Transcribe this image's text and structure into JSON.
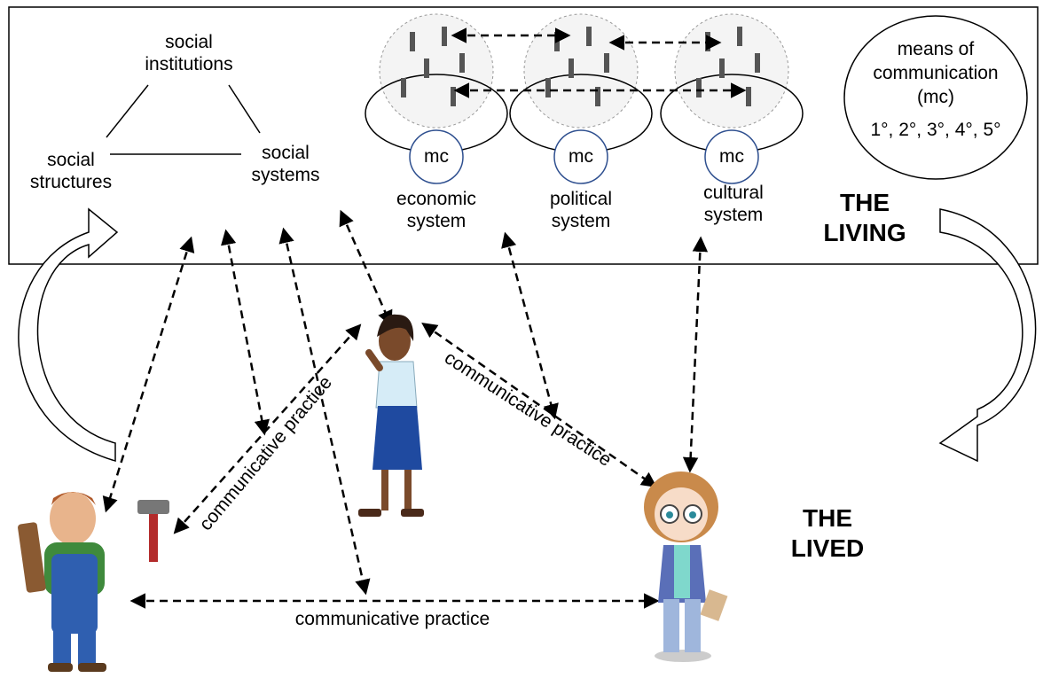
{
  "top_panel": {
    "triangle": {
      "institutions_line1": "social",
      "institutions_line2": "institutions",
      "structures_line1": "social",
      "structures_line2": "structures",
      "systems_line1": "social",
      "systems_line2": "systems"
    },
    "systems": [
      {
        "name_line1": "economic",
        "name_line2": "system",
        "hub": "mc"
      },
      {
        "name_line1": "political",
        "name_line2": "system",
        "hub": "mc"
      },
      {
        "name_line1": "cultural",
        "name_line2": "system",
        "hub": "mc"
      }
    ],
    "means": {
      "line1": "means of",
      "line2": "communication",
      "line3": "(mc)",
      "line4": "1°, 2°, 3°, 4°, 5°"
    },
    "living_line1": "THE",
    "living_line2": "LIVING"
  },
  "lived": {
    "line1": "THE",
    "line2": "LIVED"
  },
  "practices": {
    "left": "communicative practice",
    "right": "communicative practice",
    "bottom": "communicative practice"
  },
  "colors": {
    "mc_circle": "#2e4f8f",
    "worker_shirt": "#3f8a3c",
    "worker_overalls": "#2f5fb0",
    "woman_skirt": "#1f4aa0",
    "woman_skin": "#7a4a2b",
    "girl_hair": "#c98a4b",
    "girl_jacket": "#5a6fb8"
  }
}
